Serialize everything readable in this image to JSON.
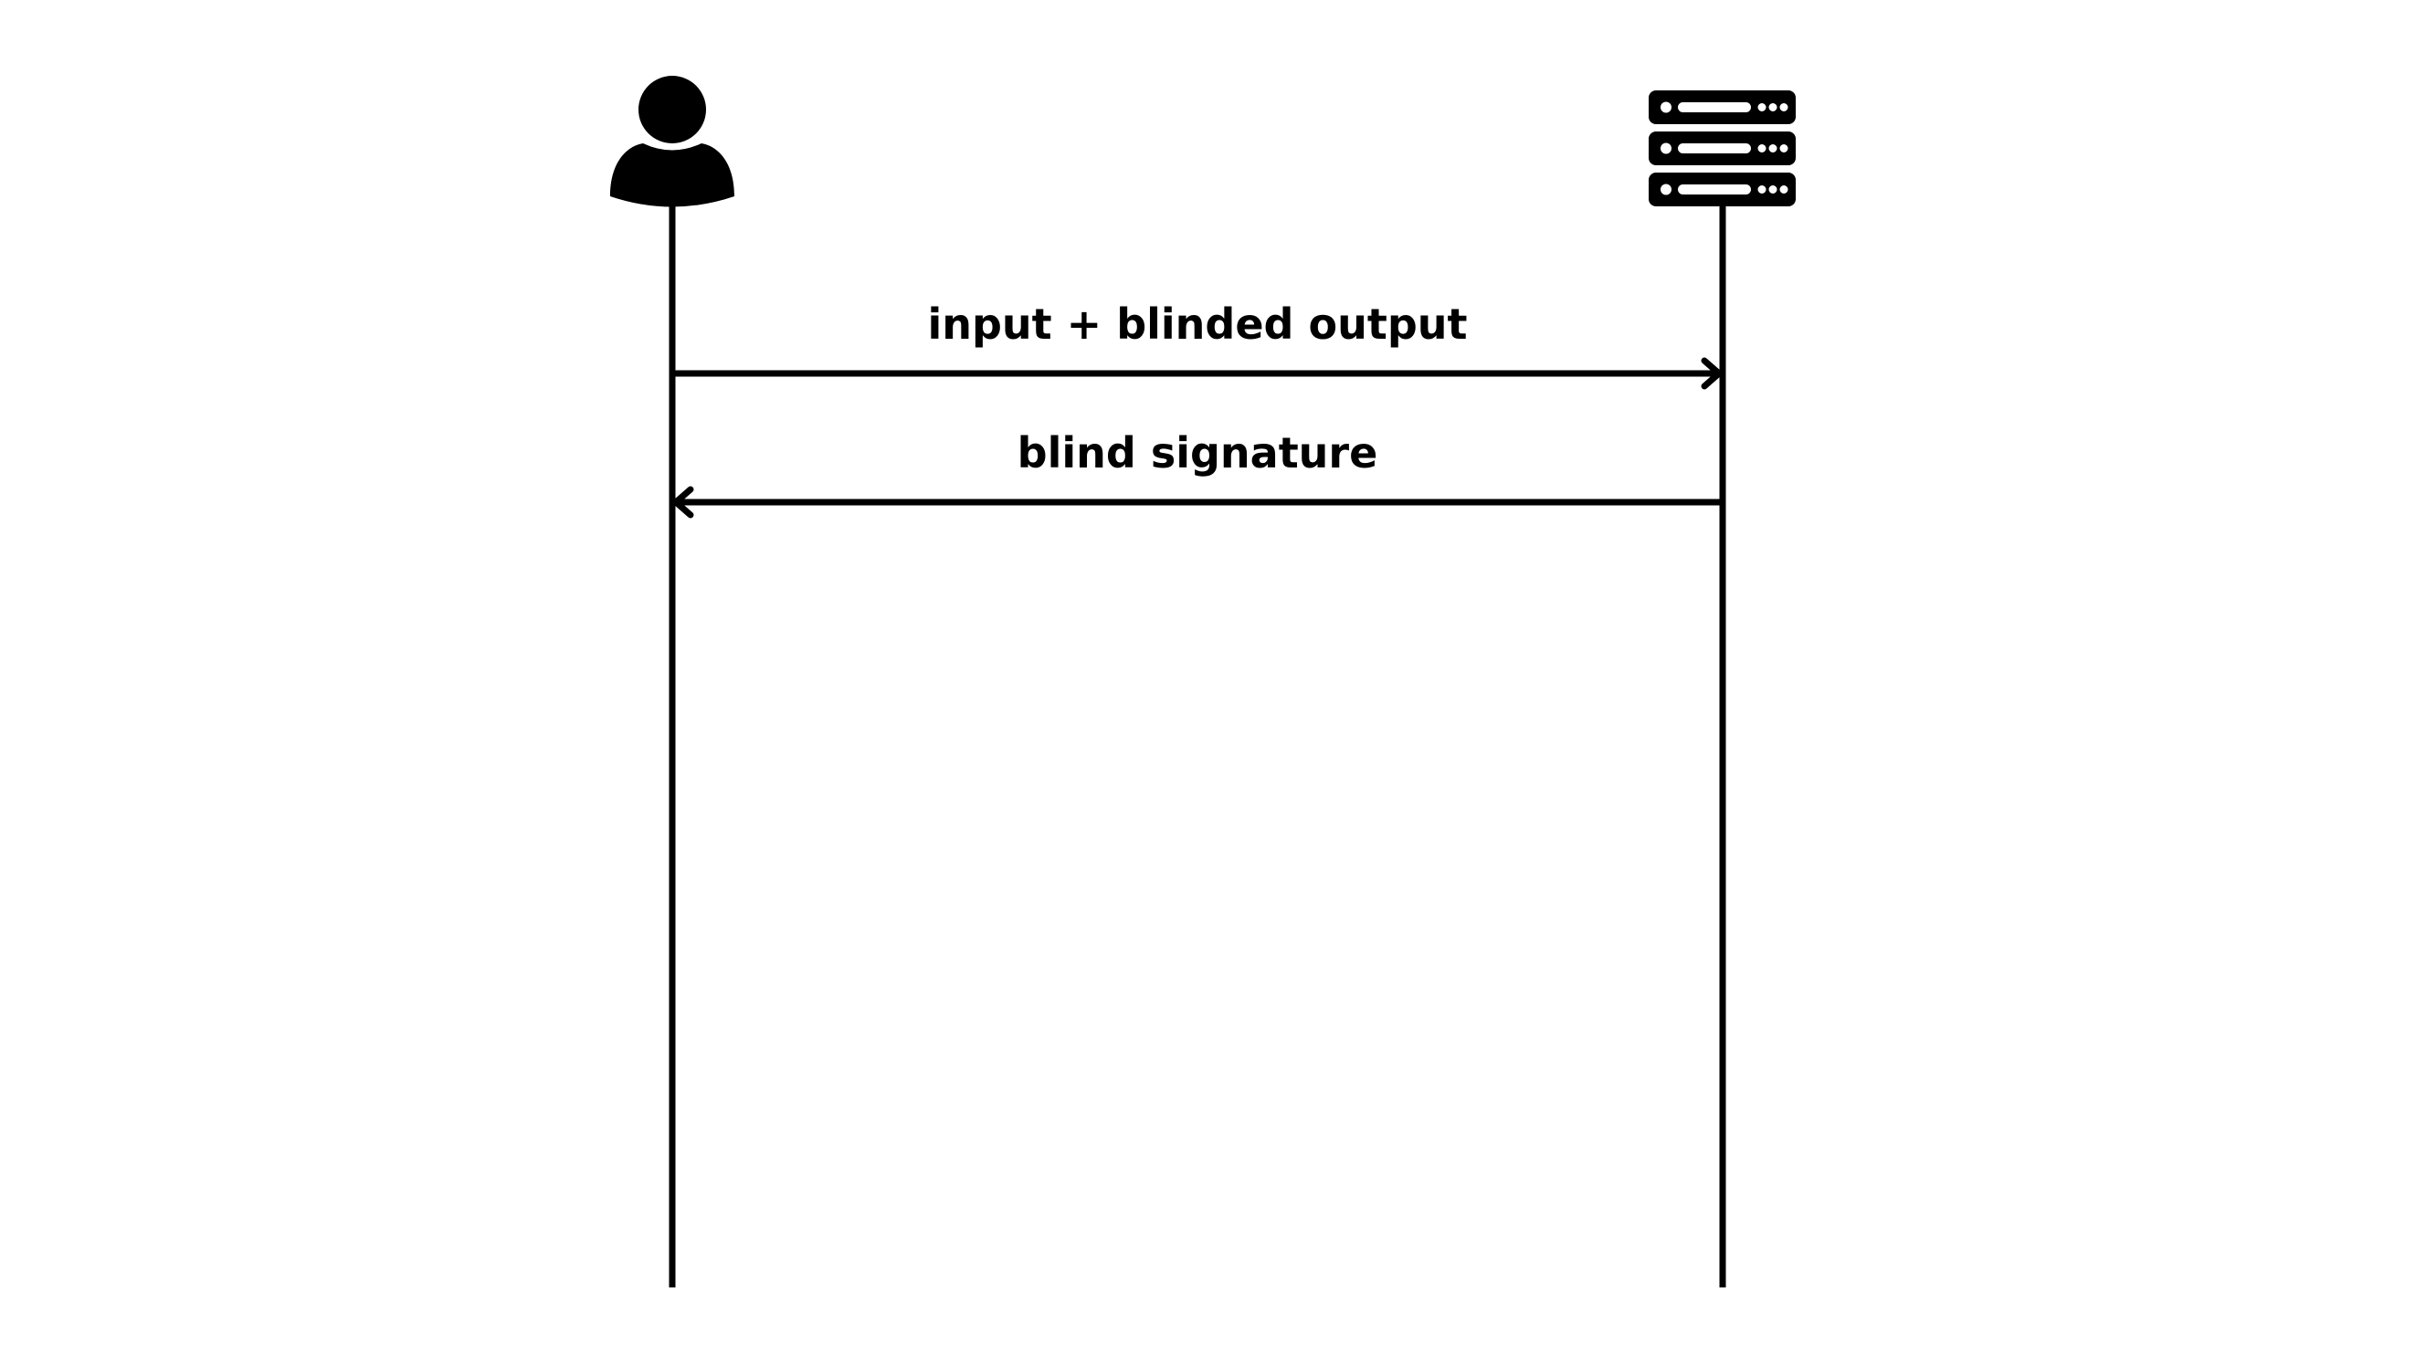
{
  "diagram": {
    "type": "sequence",
    "participants": [
      {
        "id": "client",
        "icon": "user-icon"
      },
      {
        "id": "server",
        "icon": "server-icon"
      }
    ],
    "messages": [
      {
        "from": "client",
        "to": "server",
        "label": "input + blinded output"
      },
      {
        "from": "server",
        "to": "client",
        "label": "blind signature"
      }
    ],
    "colors": {
      "ink": "#000000",
      "background": "#ffffff"
    }
  }
}
